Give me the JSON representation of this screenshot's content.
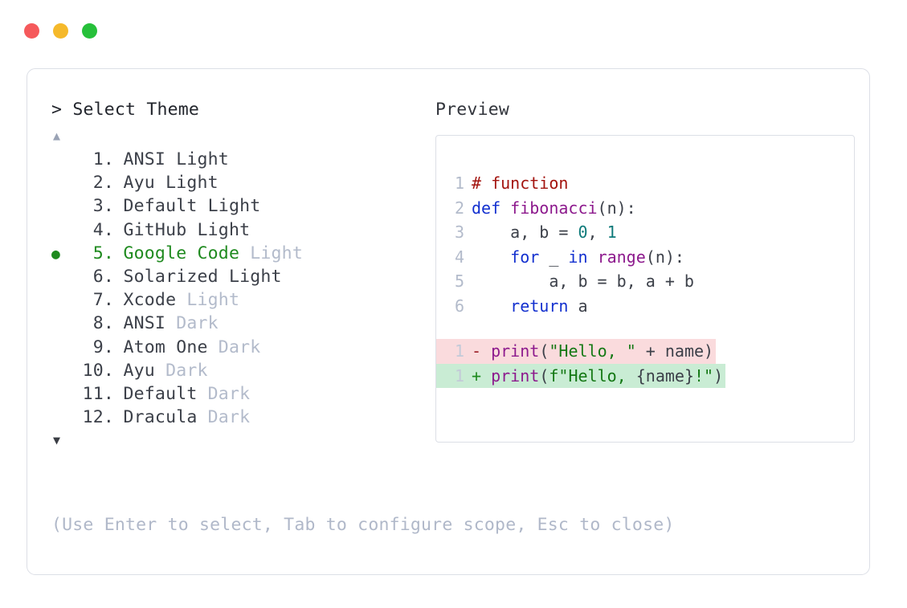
{
  "window": {
    "traffic_lights": [
      {
        "name": "close-button",
        "color": "#f5595b"
      },
      {
        "name": "minimize-button",
        "color": "#f5b92b"
      },
      {
        "name": "maximize-button",
        "color": "#26c03a"
      }
    ]
  },
  "prompt": {
    "caret": ">",
    "label": "Select Theme"
  },
  "scroll": {
    "up": "▲",
    "down": "▼"
  },
  "list": {
    "selected_index": 5,
    "bullet": "●",
    "items": [
      {
        "index": "1",
        "name": "ANSI",
        "variant": "Light",
        "variant_dim": false,
        "selected": false
      },
      {
        "index": "2",
        "name": "Ayu",
        "variant": "Light",
        "variant_dim": false,
        "selected": false
      },
      {
        "index": "3",
        "name": "Default",
        "variant": "Light",
        "variant_dim": false,
        "selected": false
      },
      {
        "index": "4",
        "name": "GitHub",
        "variant": "Light",
        "variant_dim": false,
        "selected": false
      },
      {
        "index": "5",
        "name": "Google Code",
        "variant": "Light",
        "variant_dim": true,
        "selected": true
      },
      {
        "index": "6",
        "name": "Solarized",
        "variant": "Light",
        "variant_dim": false,
        "selected": false
      },
      {
        "index": "7",
        "name": "Xcode",
        "variant": "Light",
        "variant_dim": true,
        "selected": false
      },
      {
        "index": "8",
        "name": "ANSI",
        "variant": "Dark",
        "variant_dim": true,
        "selected": false
      },
      {
        "index": "9",
        "name": "Atom One",
        "variant": "Dark",
        "variant_dim": true,
        "selected": false
      },
      {
        "index": "10",
        "name": "Ayu",
        "variant": "Dark",
        "variant_dim": true,
        "selected": false
      },
      {
        "index": "11",
        "name": "Default",
        "variant": "Dark",
        "variant_dim": true,
        "selected": false
      },
      {
        "index": "12",
        "name": "Dracula",
        "variant": "Dark",
        "variant_dim": true,
        "selected": false
      }
    ]
  },
  "hint": "(Use Enter to select, Tab to configure scope, Esc to close)",
  "preview": {
    "title": "Preview",
    "code_lines": [
      {
        "num": "1",
        "tokens": [
          {
            "t": "# function",
            "c": "comment"
          }
        ]
      },
      {
        "num": "2",
        "tokens": [
          {
            "t": "def ",
            "c": "keyword"
          },
          {
            "t": "fibonacci",
            "c": "func"
          },
          {
            "t": "(n):",
            "c": "punct"
          }
        ]
      },
      {
        "num": "3",
        "tokens": [
          {
            "t": "    a, b = ",
            "c": "plain"
          },
          {
            "t": "0",
            "c": "num"
          },
          {
            "t": ", ",
            "c": "plain"
          },
          {
            "t": "1",
            "c": "num"
          }
        ]
      },
      {
        "num": "4",
        "tokens": [
          {
            "t": "    ",
            "c": "plain"
          },
          {
            "t": "for",
            "c": "keyword"
          },
          {
            "t": " _ ",
            "c": "plain"
          },
          {
            "t": "in",
            "c": "keyword"
          },
          {
            "t": " ",
            "c": "plain"
          },
          {
            "t": "range",
            "c": "func"
          },
          {
            "t": "(n):",
            "c": "punct"
          }
        ]
      },
      {
        "num": "5",
        "tokens": [
          {
            "t": "        a, b = b, a + b",
            "c": "plain"
          }
        ]
      },
      {
        "num": "6",
        "tokens": [
          {
            "t": "    ",
            "c": "plain"
          },
          {
            "t": "return",
            "c": "keyword"
          },
          {
            "t": " a",
            "c": "plain"
          }
        ]
      }
    ],
    "diff_lines": [
      {
        "num": "1",
        "kind": "removed",
        "marker": "-",
        "tokens": [
          {
            "t": "print",
            "c": "func"
          },
          {
            "t": "(",
            "c": "punct"
          },
          {
            "t": "\"Hello, \"",
            "c": "string"
          },
          {
            "t": " + name)",
            "c": "plain"
          }
        ]
      },
      {
        "num": "1",
        "kind": "added",
        "marker": "+",
        "tokens": [
          {
            "t": "print",
            "c": "func"
          },
          {
            "t": "(",
            "c": "punct"
          },
          {
            "t": "f\"Hello, ",
            "c": "string"
          },
          {
            "t": "{name}",
            "c": "plain"
          },
          {
            "t": "!\"",
            "c": "string"
          },
          {
            "t": ")",
            "c": "punct"
          }
        ]
      }
    ]
  }
}
